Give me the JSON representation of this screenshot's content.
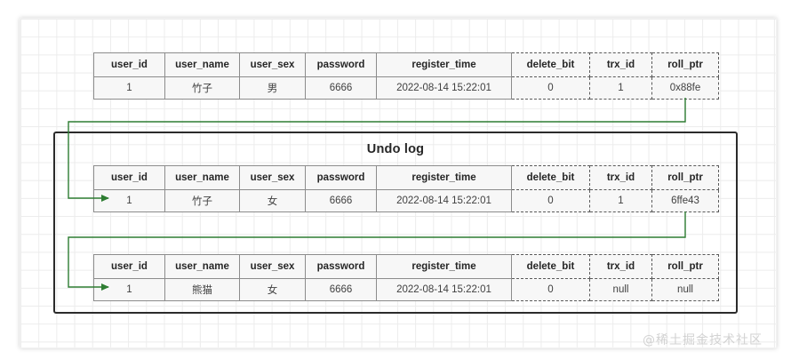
{
  "diagram": {
    "undo_log_title": "Undo log",
    "watermark": "@稀土掘金技术社区",
    "accent_colors": {
      "arrow_green": "#2e7d32",
      "highlight_pink": "#fbc9cf",
      "system_column_gray": "#e0e0e0",
      "box_border": "#2b2b2b",
      "table_border": "#8c8c8c"
    }
  },
  "columns": {
    "user_id": "user_id",
    "user_name": "user_name",
    "user_sex": "user_sex",
    "password": "password",
    "register_time": "register_time",
    "delete_bit": "delete_bit",
    "trx_id": "trx_id",
    "roll_ptr": "roll_ptr"
  },
  "tables": [
    {
      "id": "current-record",
      "name": "current-row-table",
      "headers": [
        "user_id",
        "user_name",
        "user_sex",
        "password",
        "register_time",
        "delete_bit",
        "trx_id",
        "roll_ptr"
      ],
      "highlighted_headers": [
        "user_name",
        "user_sex"
      ],
      "row": {
        "user_id": "1",
        "user_name": "竹子",
        "user_sex": "男",
        "password": "6666",
        "register_time": "2022-08-14 15:22:01",
        "delete_bit": "0",
        "trx_id": "1",
        "roll_ptr": "0x88fe"
      },
      "highlighted_cells": [
        "user_name",
        "user_sex"
      ]
    },
    {
      "id": "undo-version-1",
      "name": "undo-log-version-1-table",
      "headers": [
        "user_id",
        "user_name",
        "user_sex",
        "password",
        "register_time",
        "delete_bit",
        "trx_id",
        "roll_ptr"
      ],
      "highlighted_headers": [
        "user_name"
      ],
      "row": {
        "user_id": "1",
        "user_name": "竹子",
        "user_sex": "女",
        "password": "6666",
        "register_time": "2022-08-14 15:22:01",
        "delete_bit": "0",
        "trx_id": "1",
        "roll_ptr": "6ffe43"
      },
      "highlighted_cells": [
        "user_name"
      ]
    },
    {
      "id": "undo-version-2",
      "name": "undo-log-version-2-table",
      "headers": [
        "user_id",
        "user_name",
        "user_sex",
        "password",
        "register_time",
        "delete_bit",
        "trx_id",
        "roll_ptr"
      ],
      "highlighted_headers": [],
      "row": {
        "user_id": "1",
        "user_name": "熊猫",
        "user_sex": "女",
        "password": "6666",
        "register_time": "2022-08-14 15:22:01",
        "delete_bit": "0",
        "trx_id": "null",
        "roll_ptr": "null"
      },
      "highlighted_cells": []
    }
  ]
}
